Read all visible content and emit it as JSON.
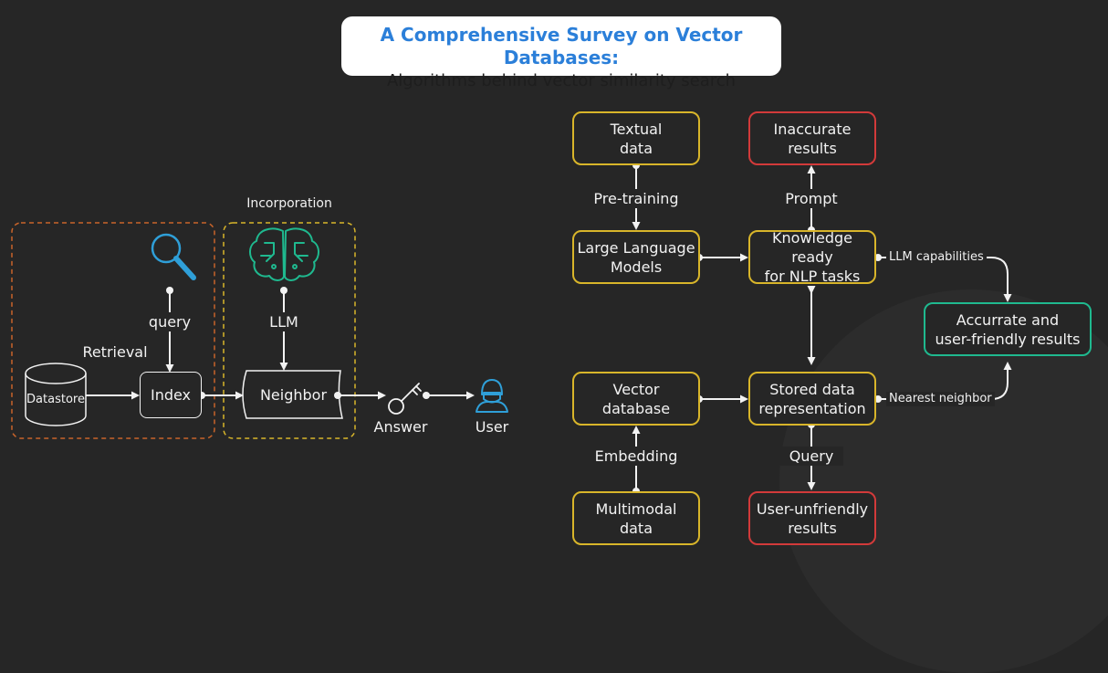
{
  "title": {
    "main": "A Comprehensive Survey on Vector Databases:",
    "sub": "Algorithms behind vector similarity search"
  },
  "left": {
    "incorporation": "Incorporation",
    "retrieval": "Retrieval",
    "query": "query",
    "llm": "LLM",
    "datastore": "Datastore",
    "index": "Index",
    "neighbor": "Neighbor",
    "answer": "Answer",
    "user": "User"
  },
  "right": {
    "textual": "Textual\ndata",
    "inaccurate": "Inaccurate\nresults",
    "pretraining": "Pre-training",
    "prompt": "Prompt",
    "llm_box": "Large Language\nModels",
    "knowledge": "Knowledge ready\nfor NLP tasks",
    "llm_capabilities": "LLM capabilities",
    "accurate": "Accurrate and\nuser-friendly results",
    "vector_db": "Vector\ndatabase",
    "stored": "Stored data\nrepresentation",
    "nearest": "Nearest neighbor",
    "embedding": "Embedding",
    "query": "Query",
    "multimodal": "Multimodal\ndata",
    "unfriendly": "User-unfriendly\nresults"
  },
  "colors": {
    "background": "#262626",
    "title_accent": "#2b7fd9",
    "yellow": "#d8b52a",
    "red": "#d23a3a",
    "green": "#1fb98f",
    "orange_dash": "#c8642a",
    "icon_blue": "#2f9fd8",
    "icon_teal": "#1fb98f"
  },
  "icons": [
    "search-icon",
    "brain-circuit-icon",
    "database-icon",
    "key-icon",
    "user-icon"
  ]
}
